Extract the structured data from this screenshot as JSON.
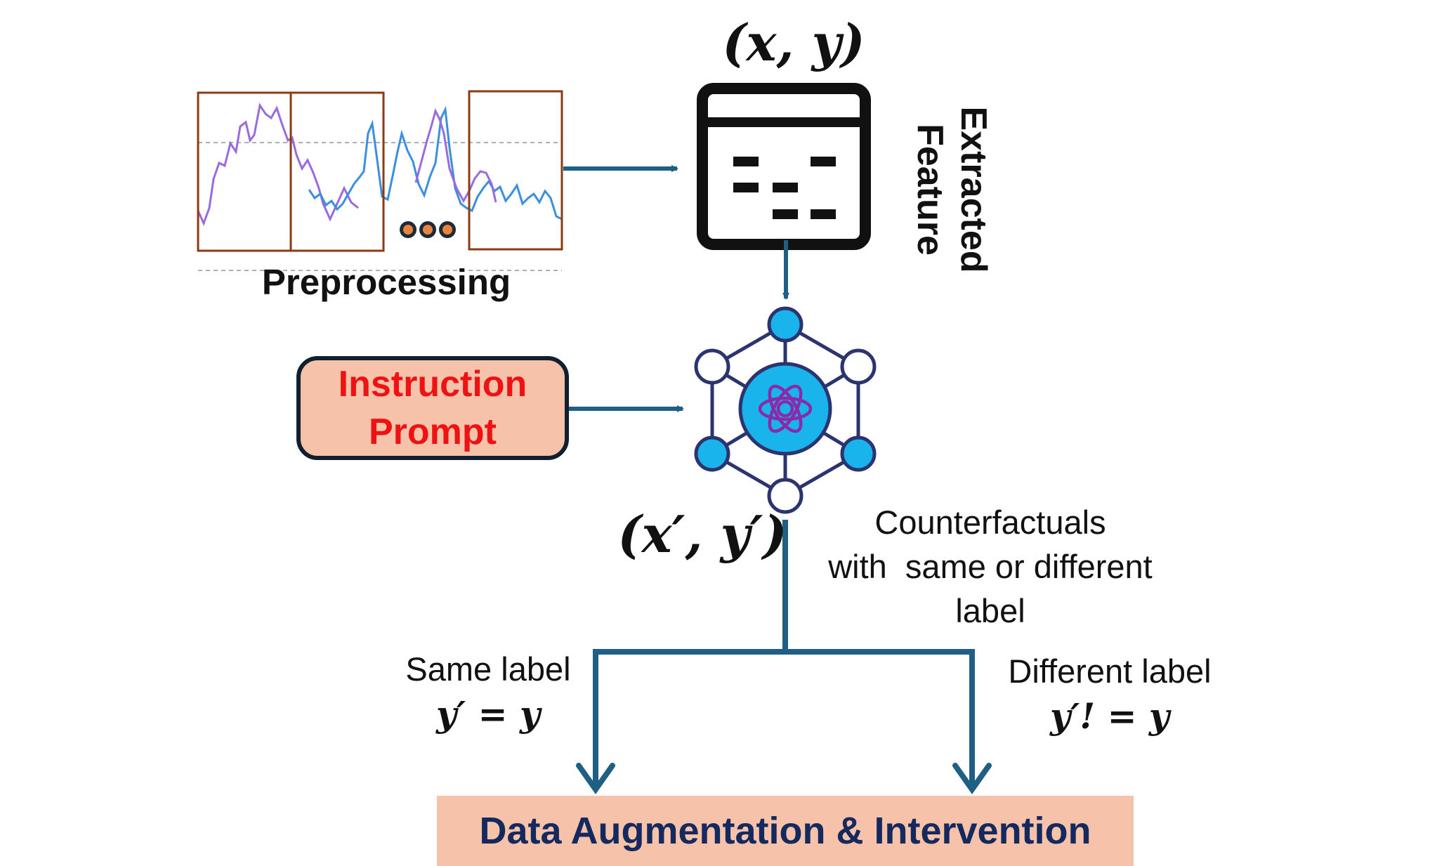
{
  "preprocessing_label": "Preprocessing",
  "feature_pair": "(x, y)",
  "extracted_feature": "Extracted Feature",
  "instruction_prompt": {
    "line1": "Instruction",
    "line2": "Prompt"
  },
  "counterfactual_pair": "(x′, y′)",
  "counterfactuals_label": {
    "line1": "Counterfactuals",
    "line2": "with  same or different",
    "line3": "label"
  },
  "same_label": {
    "text": "Same label",
    "formula": "y′ = y"
  },
  "different_label": {
    "text": "Different label",
    "formula": "y′! = y"
  },
  "output_box": "Data Augmentation & Intervention",
  "colors": {
    "arrow": "#1f5f84",
    "window_border": "#8b3a16",
    "signal_purple": "#9a6ae0",
    "signal_blue": "#3a8fe0",
    "node_fill": "#19b4ec",
    "node_stroke": "#2c3470",
    "box_fill": "#f6c2aa",
    "prompt_text": "#ee1212",
    "output_text": "#14295e"
  },
  "icons": [
    "feature-table-icon",
    "llm-network-icon",
    "openai-logo-icon",
    "ellipsis-dots-icon"
  ]
}
